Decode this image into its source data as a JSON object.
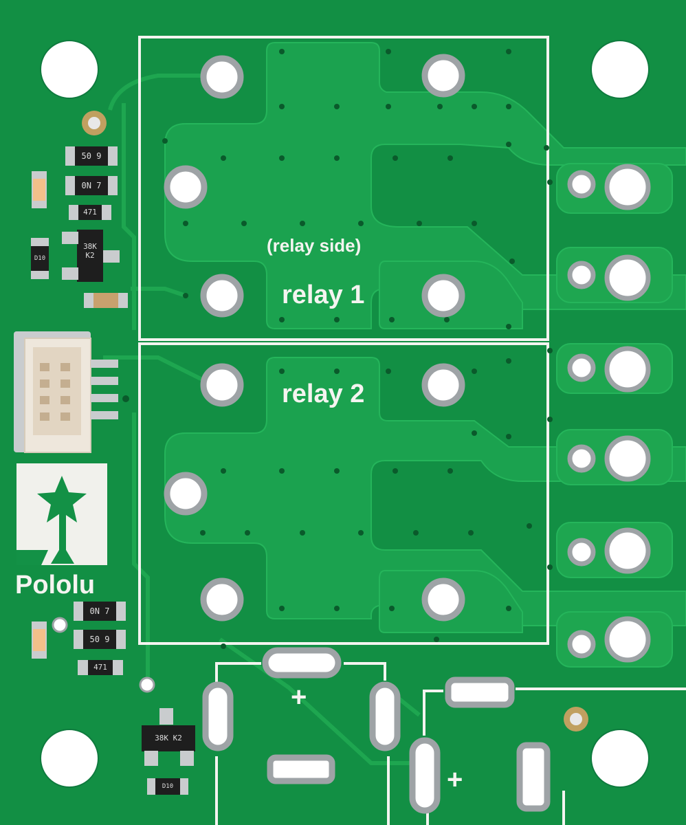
{
  "board": {
    "name": "Pololu relay carrier board (bottom side)",
    "colors": {
      "soldermask": "#139146",
      "copper_pour": "#1ea650",
      "silkscreen": "#f4f4f0",
      "pad_silver": "#c9ccce",
      "hole": "#ffffff"
    }
  },
  "labels": {
    "relay_side": "(relay side)",
    "relay1": "relay 1",
    "relay2": "relay 2",
    "brand": "Pololu",
    "plus_1": "+",
    "plus_2": "+"
  },
  "components": {
    "diode_top": "50 9",
    "diode_top2": "0N 7",
    "res_top": "471",
    "transistor_top": "38K K2",
    "diode_bottom1": "0N 7",
    "diode_bottom2": "50 9",
    "res_bottom": "471",
    "transistor_bottom": "38K K2",
    "d_small_top": "D10",
    "d_small_bottom": "D10"
  }
}
